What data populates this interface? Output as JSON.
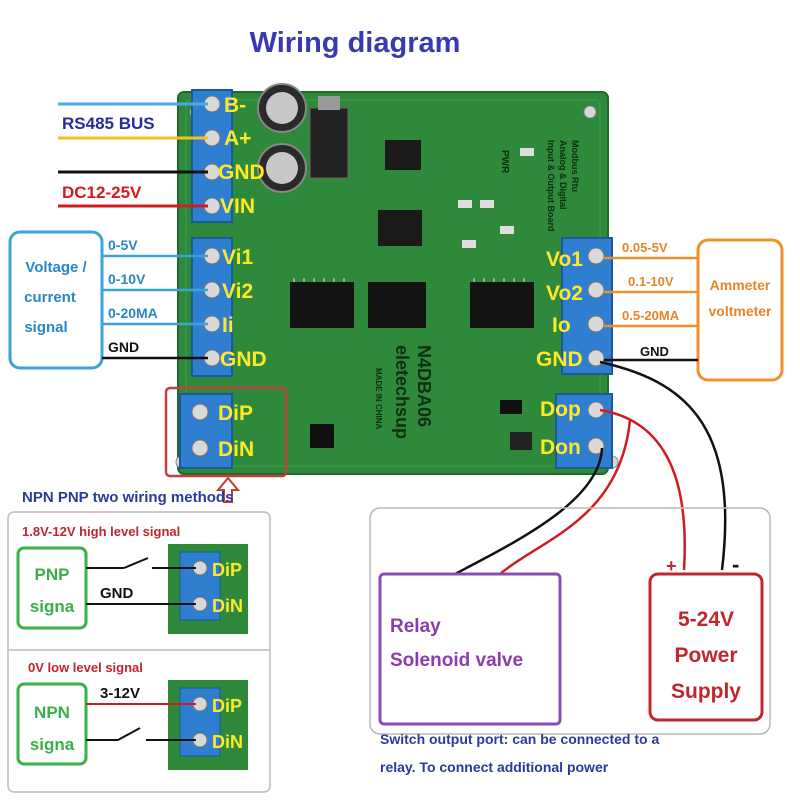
{
  "title": "Wiring diagram",
  "colors": {
    "title": "#3a3ab0",
    "pcb": "#2e8a3a",
    "terminal_block": "#2f7fd0",
    "terminal_label": "#ffe82a",
    "rs485_blue": "#4aa8e8",
    "rs485_yellow": "#f4c21a",
    "power_red": "#d01c1c",
    "voltage_box": "#3aa3d8",
    "ammeter_box": "#f0902a",
    "relay_box": "#8a4cb0",
    "supply_box": "#c0262c",
    "green_box": "#3ab04a",
    "highlight_box": "#c0403a"
  },
  "left_bus": {
    "rs485": "RS485 BUS",
    "dc": "DC12-25V"
  },
  "left_terminals": {
    "b_minus": "B-",
    "a_plus": "A+",
    "gnd": "GND",
    "vin": "VIN",
    "vi1": "Vi1",
    "vi2": "Vi2",
    "ii": "Ii",
    "gnd2": "GND",
    "dip": "DiP",
    "din": "DiN"
  },
  "right_terminals": {
    "vo1": "Vo1",
    "vo2": "Vo2",
    "io": "Io",
    "gnd": "GND",
    "dop": "Dop",
    "don": "Don"
  },
  "voltage_box": {
    "line1": "Voltage /",
    "line2": "current",
    "line3": "signal",
    "range1": "0-5V",
    "range2": "0-10V",
    "range3": "0-20MA",
    "gnd": "GND"
  },
  "ammeter_box": {
    "line1": "Ammeter",
    "line2": "voltmeter",
    "range1": "0.05-5V",
    "range2": "0.1-10V",
    "range3": "0.5-20MA",
    "gnd": "GND"
  },
  "board_text": {
    "model": "N4DBA06",
    "brand": "eletechsup",
    "made": "MADE IN CHINA",
    "side1": "Modbus Rtu",
    "side2": "Analog & Digital",
    "side3": "Input & Output Board",
    "pwr": "PWR"
  },
  "wiring_methods": {
    "header": "NPN PNP two wiring methods",
    "pnp_title": "1.8V-12V high level signal",
    "pnp_label1": "PNP",
    "pnp_label2": "signa",
    "pnp_wire": "GND",
    "npn_title": "0V low level signal",
    "npn_label1": "NPN",
    "npn_label2": "signa",
    "npn_wire": "3-12V"
  },
  "relay": {
    "line1": "Relay",
    "line2": "Solenoid valve"
  },
  "supply": {
    "plus": "+",
    "minus": "-",
    "line1": "5-24V",
    "line2": "Power",
    "line3": "Supply"
  },
  "note": {
    "line1": "Switch output port: can be connected to a",
    "line2": "relay. To connect additional power"
  }
}
